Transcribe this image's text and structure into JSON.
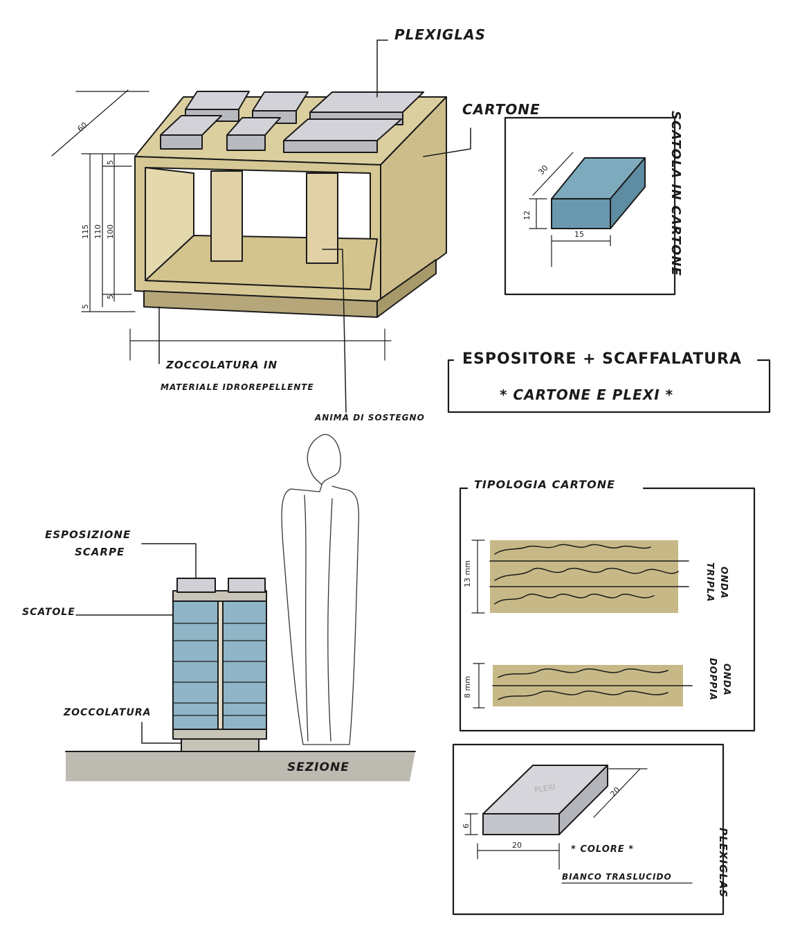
{
  "top_drawing": {
    "label_plexiglas": "PLEXIGLAS",
    "label_cartone": "CARTONE",
    "label_zoccolatura": [
      "ZOCCOLATURA IN",
      "MATERIALE IDROREPELLENTE"
    ],
    "label_anima": "ANIMA DI SOSTEGNO",
    "dims": {
      "depth": "60",
      "h_total": "115",
      "h_mid": "110",
      "h_inner": "100",
      "top": "5",
      "bottom1": "5",
      "bottom2": "5"
    }
  },
  "box_panel": {
    "title": "SCATOLA IN CARTONE",
    "dims": {
      "depth": "30",
      "height": "12",
      "width": "15"
    }
  },
  "title_block": {
    "title": "ESPOSITORE + SCAFFALATURA",
    "subtitle": "* CARTONE E PLEXI *"
  },
  "section": {
    "label_esposizione": [
      "ESPOSIZIONE",
      "SCARPE"
    ],
    "label_scatole": "SCATOLE",
    "label_zoccolatura": "ZOCCOLATURA",
    "label_sezione": "SEZIONE"
  },
  "cardboard_panel": {
    "title": "TIPOLOGIA CARTONE",
    "triple_dim": "13 mm",
    "triple_label": [
      "TRIPLA",
      "ONDA"
    ],
    "double_dim": "8 mm",
    "double_label": [
      "DOPPIA",
      "ONDA"
    ]
  },
  "plexi_panel": {
    "title": "PLEXIGLAS",
    "tile_text": "PLEXI",
    "dims": {
      "depth": "20",
      "width": "20",
      "height": "6"
    },
    "color_label": "* COLORE *",
    "color_value": "BIANCO TRASLUCIDO"
  },
  "colors": {
    "cardboard": "#d9cca0",
    "cardboard_dark": "#b7a87a",
    "plexi": "#d4d4da",
    "box_blue": "#6f9fb6",
    "ground": "#bdbab2"
  }
}
